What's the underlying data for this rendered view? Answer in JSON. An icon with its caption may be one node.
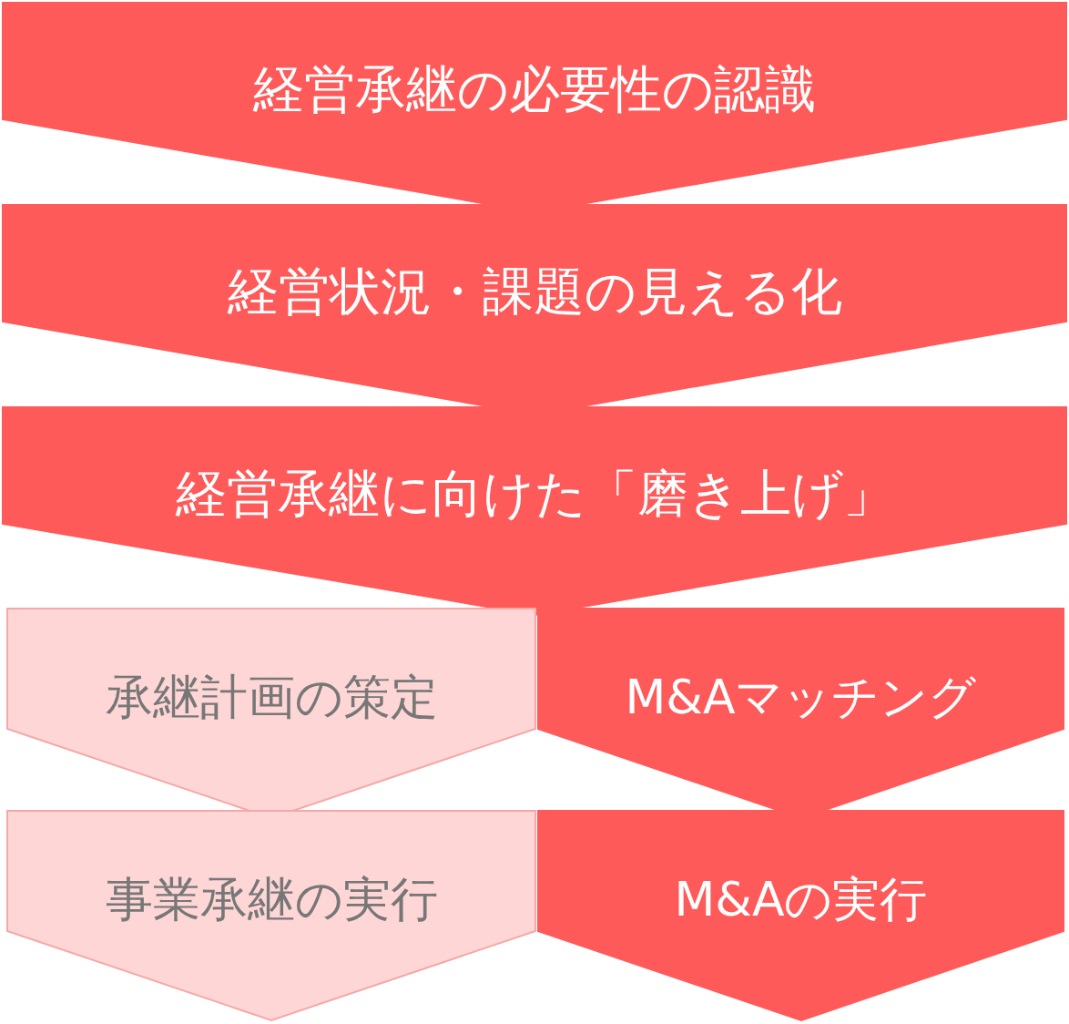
{
  "diagram": {
    "nodes": [
      {
        "text": [
          "経営承継の必要性の認識"
        ]
      },
      {
        "text": [
          "経営状況・課題の見える化"
        ]
      },
      {
        "text": [
          "経営承継に向けた「磨き上げ」"
        ]
      },
      {
        "text": [
          "承継計画の策定"
        ]
      },
      {
        "text": [
          "M&Aマッチング"
        ]
      },
      {
        "text": [
          "事業承継の実行"
        ]
      },
      {
        "text": [
          "M&Aの実行"
        ]
      }
    ]
  }
}
